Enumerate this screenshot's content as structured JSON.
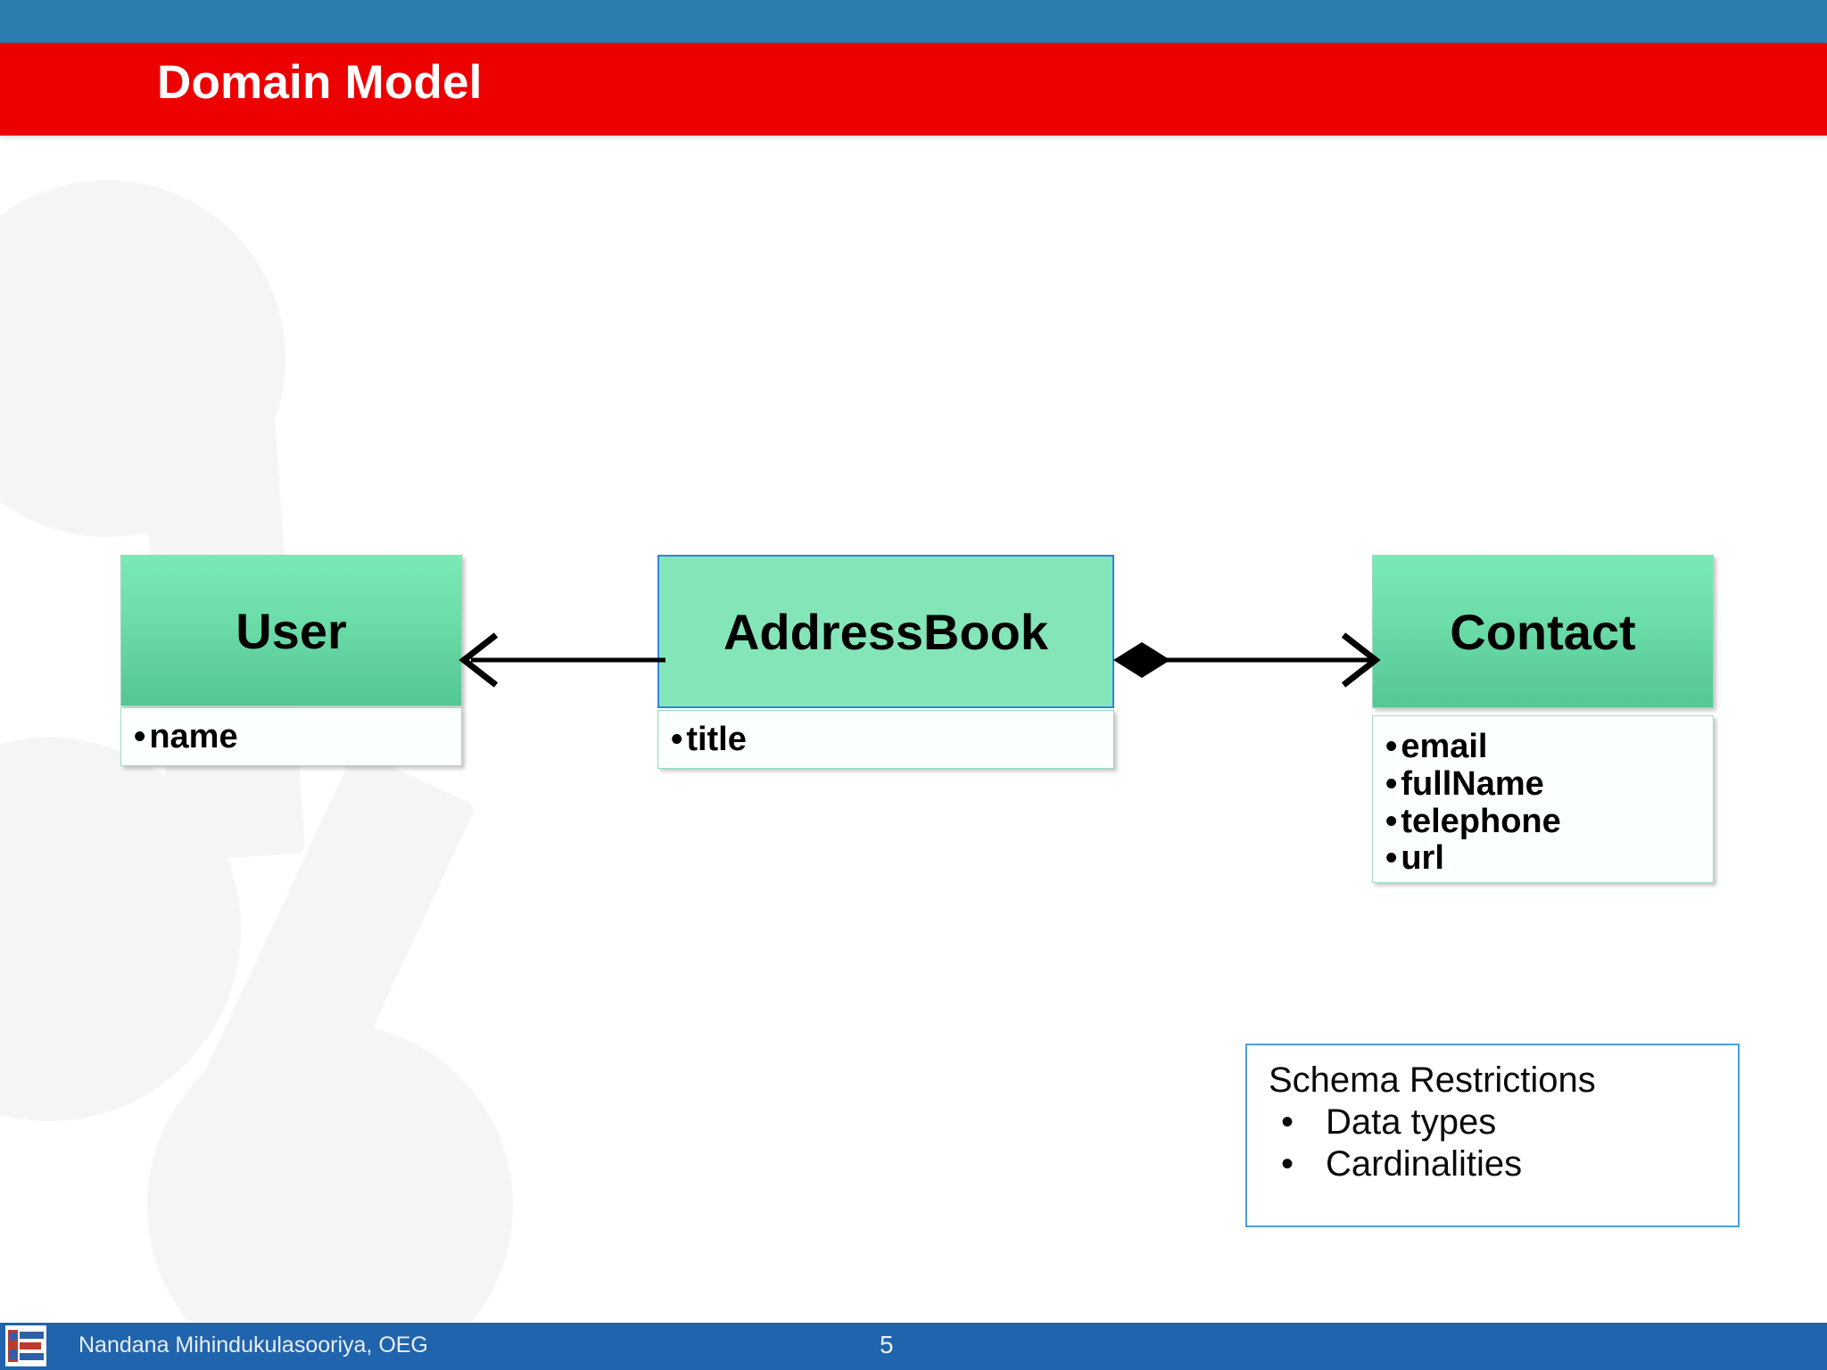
{
  "slide": {
    "title": "Domain Model",
    "colors": {
      "top_band_blue": "#2E7DB0",
      "title_band_red": "#EC0000",
      "title_text": "#FFFFFF",
      "class_header_green": "#6FE0AC",
      "selected_border_blue": "#2F85DE",
      "callout_border_blue": "#4A9FE0",
      "footer_blue": "#2064AE",
      "background": "#FFFFFF"
    }
  },
  "diagram": {
    "type": "uml-class-diagram",
    "classes": [
      {
        "id": "user",
        "name": "User",
        "attributes": [
          "name"
        ],
        "selected": false
      },
      {
        "id": "addressbook",
        "name": "AddressBook",
        "attributes": [
          "title"
        ],
        "selected": true
      },
      {
        "id": "contact",
        "name": "Contact",
        "attributes": [
          "email",
          "fullName",
          "telephone",
          "url"
        ],
        "selected": false
      }
    ],
    "connections": [
      {
        "id": "addressbook-to-user",
        "from": "addressbook",
        "to": "user",
        "source_end": "none",
        "target_end": "open-arrow",
        "direction": "left"
      },
      {
        "id": "addressbook-to-contact",
        "from": "addressbook",
        "to": "contact",
        "source_end": "filled-diamond",
        "target_end": "open-arrow",
        "direction": "right"
      }
    ]
  },
  "callout": {
    "title": "Schema Restrictions",
    "bullet_glyph": "•",
    "items": [
      "Data types",
      "Cardinalities"
    ]
  },
  "footer": {
    "author": "Nandana Mihindukulasooriya, OEG",
    "page_number": "5",
    "logo_alt": "upm-oeg-logo"
  }
}
